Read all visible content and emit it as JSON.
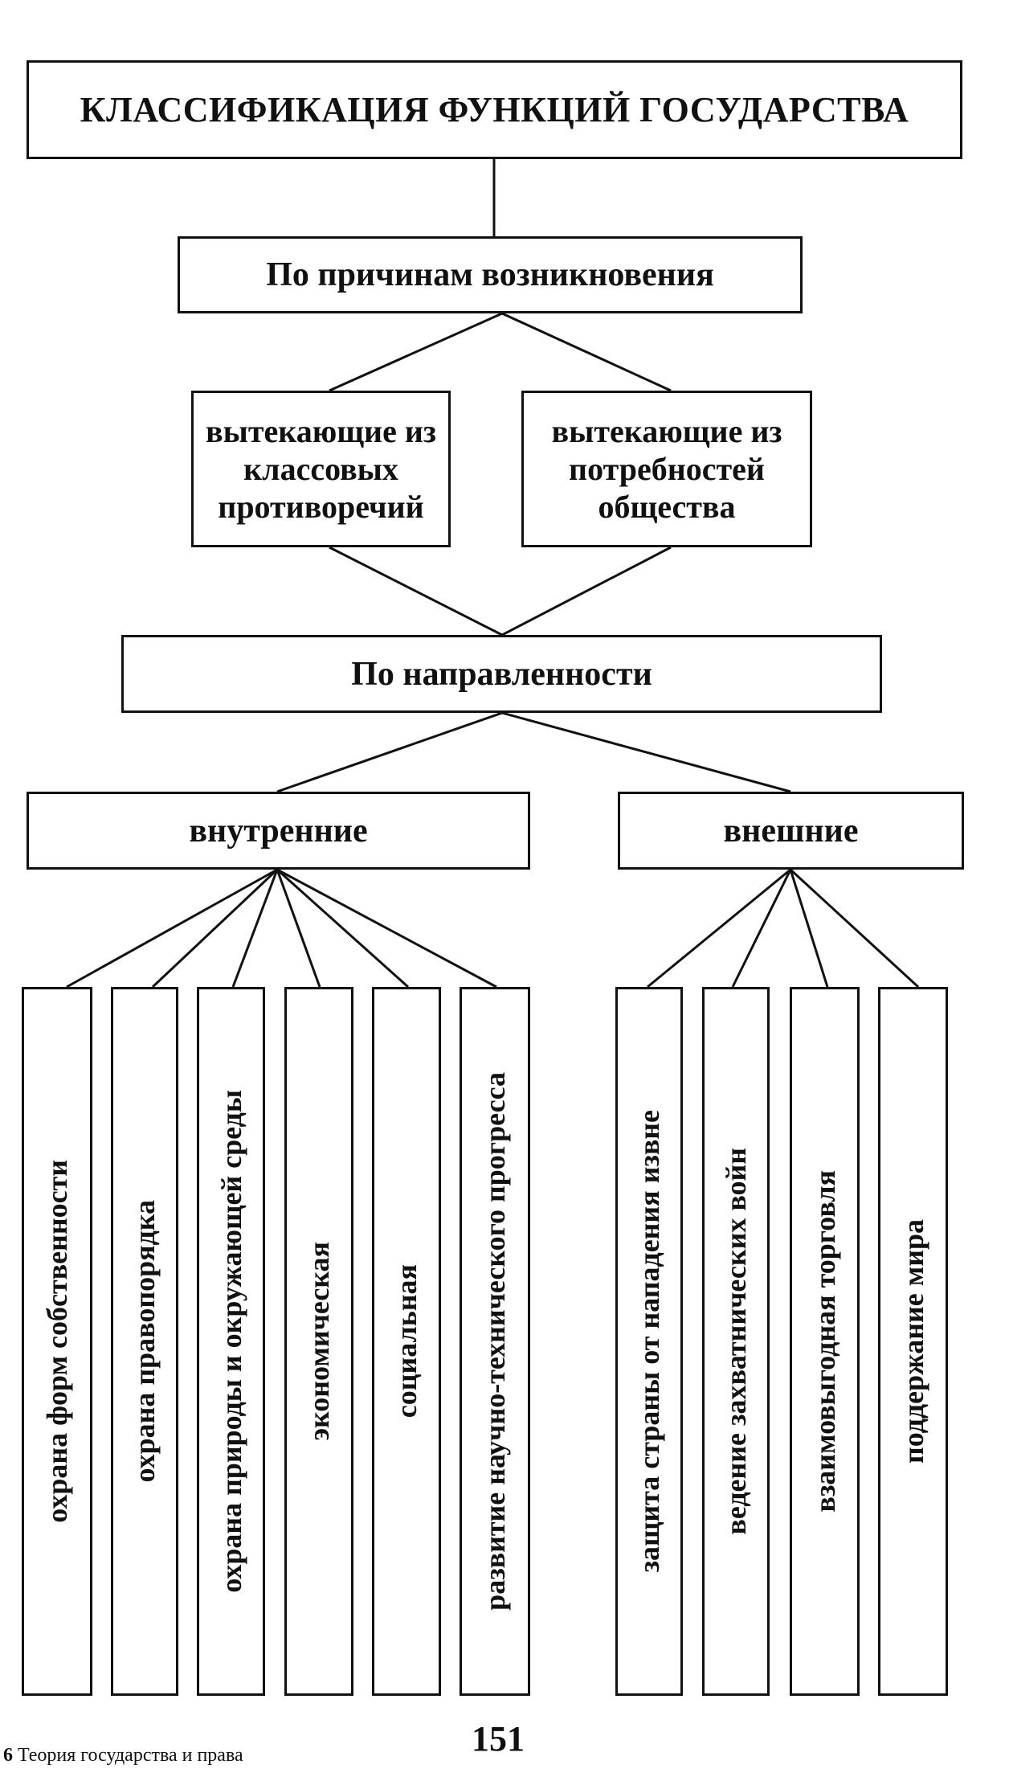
{
  "title": "КЛАССИФИКАЦИЯ ФУНКЦИЙ ГОСУДАРСТВА",
  "by_origin": {
    "label": "По причинам возникновения",
    "class_contradictions": "вытекающие из классовых противоречий",
    "society_needs": "вытекающие из потребностей общества"
  },
  "by_direction": {
    "label": "По направленности",
    "internal": {
      "label": "внутренние",
      "items": [
        "охрана форм собственности",
        "охрана правопорядка",
        "охрана природы и окружающей среды",
        "экономическая",
        "социальная",
        "развитие научно-технического прогресса"
      ]
    },
    "external": {
      "label": "внешние",
      "items": [
        "защита страны от нападения извне",
        "ведение захватнических войн",
        "взаимовыгодная торговля",
        "поддержание мира"
      ]
    }
  },
  "footer": {
    "signature_number": "6",
    "book_title": "Теория государства и права",
    "page_number": "151"
  }
}
